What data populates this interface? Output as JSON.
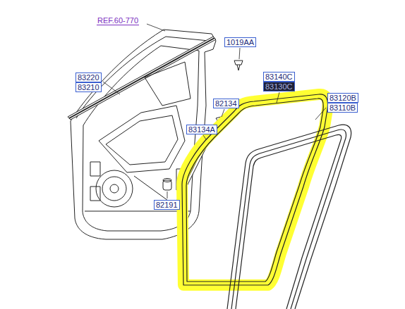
{
  "diagram": {
    "labels": [
      "REF.60-770",
      "1019AA",
      "83220",
      "83210",
      "83140C",
      "83130C",
      "82134",
      "83134A",
      "83120B",
      "83110B",
      "82191"
    ]
  }
}
